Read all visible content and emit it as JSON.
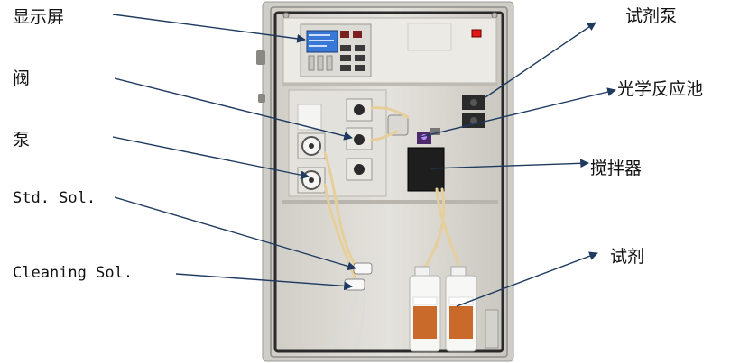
{
  "labels": {
    "display": "显示屏",
    "valve": "阀",
    "pump": "泵",
    "std_sol": "Std. Sol.",
    "cleaning_sol": "Cleaning Sol.",
    "reagent_pump": "试剂泵",
    "optical_cell": "光学反应池",
    "stirrer": "搅拌器",
    "reagent": "试剂"
  },
  "colors": {
    "arrow": "#1f3a60",
    "cabinet_frame": "#d8d6d0",
    "panel": "#e9e8e3",
    "screen": "#3a78d8",
    "tubing": "#e6cf9a",
    "bottle_label": "#c96a2a",
    "indicator_red": "#e01818"
  }
}
